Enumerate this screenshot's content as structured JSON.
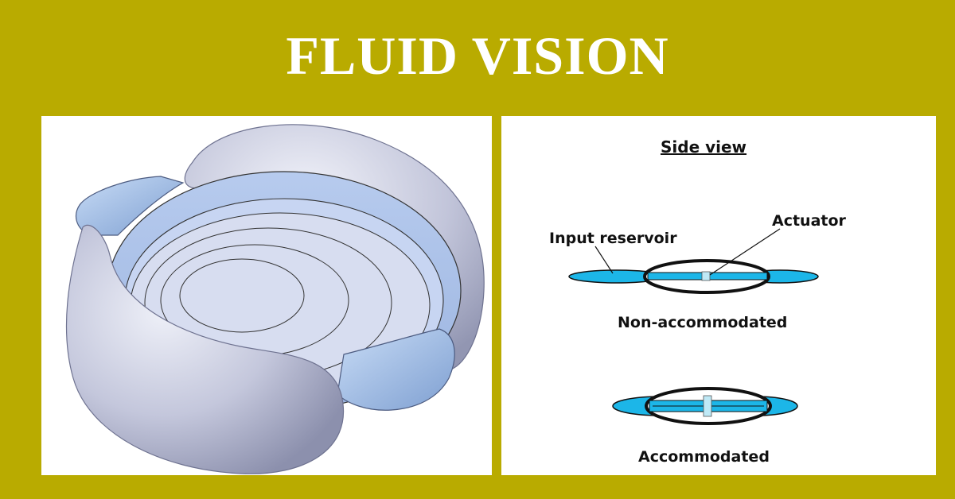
{
  "title": "FLUID VISION",
  "diagram": {
    "side_view": "Side view",
    "input_reservoir": "Input reservoir",
    "actuator": "Actuator",
    "non_accommodated": "Non-accommodated",
    "accommodated": "Accommodated"
  },
  "colors": {
    "background": "#b9ab00",
    "reservoir_fill": "#1cb6e8",
    "lens_body": "#b9bdd6",
    "lens_ring": "#a9c4ec"
  }
}
